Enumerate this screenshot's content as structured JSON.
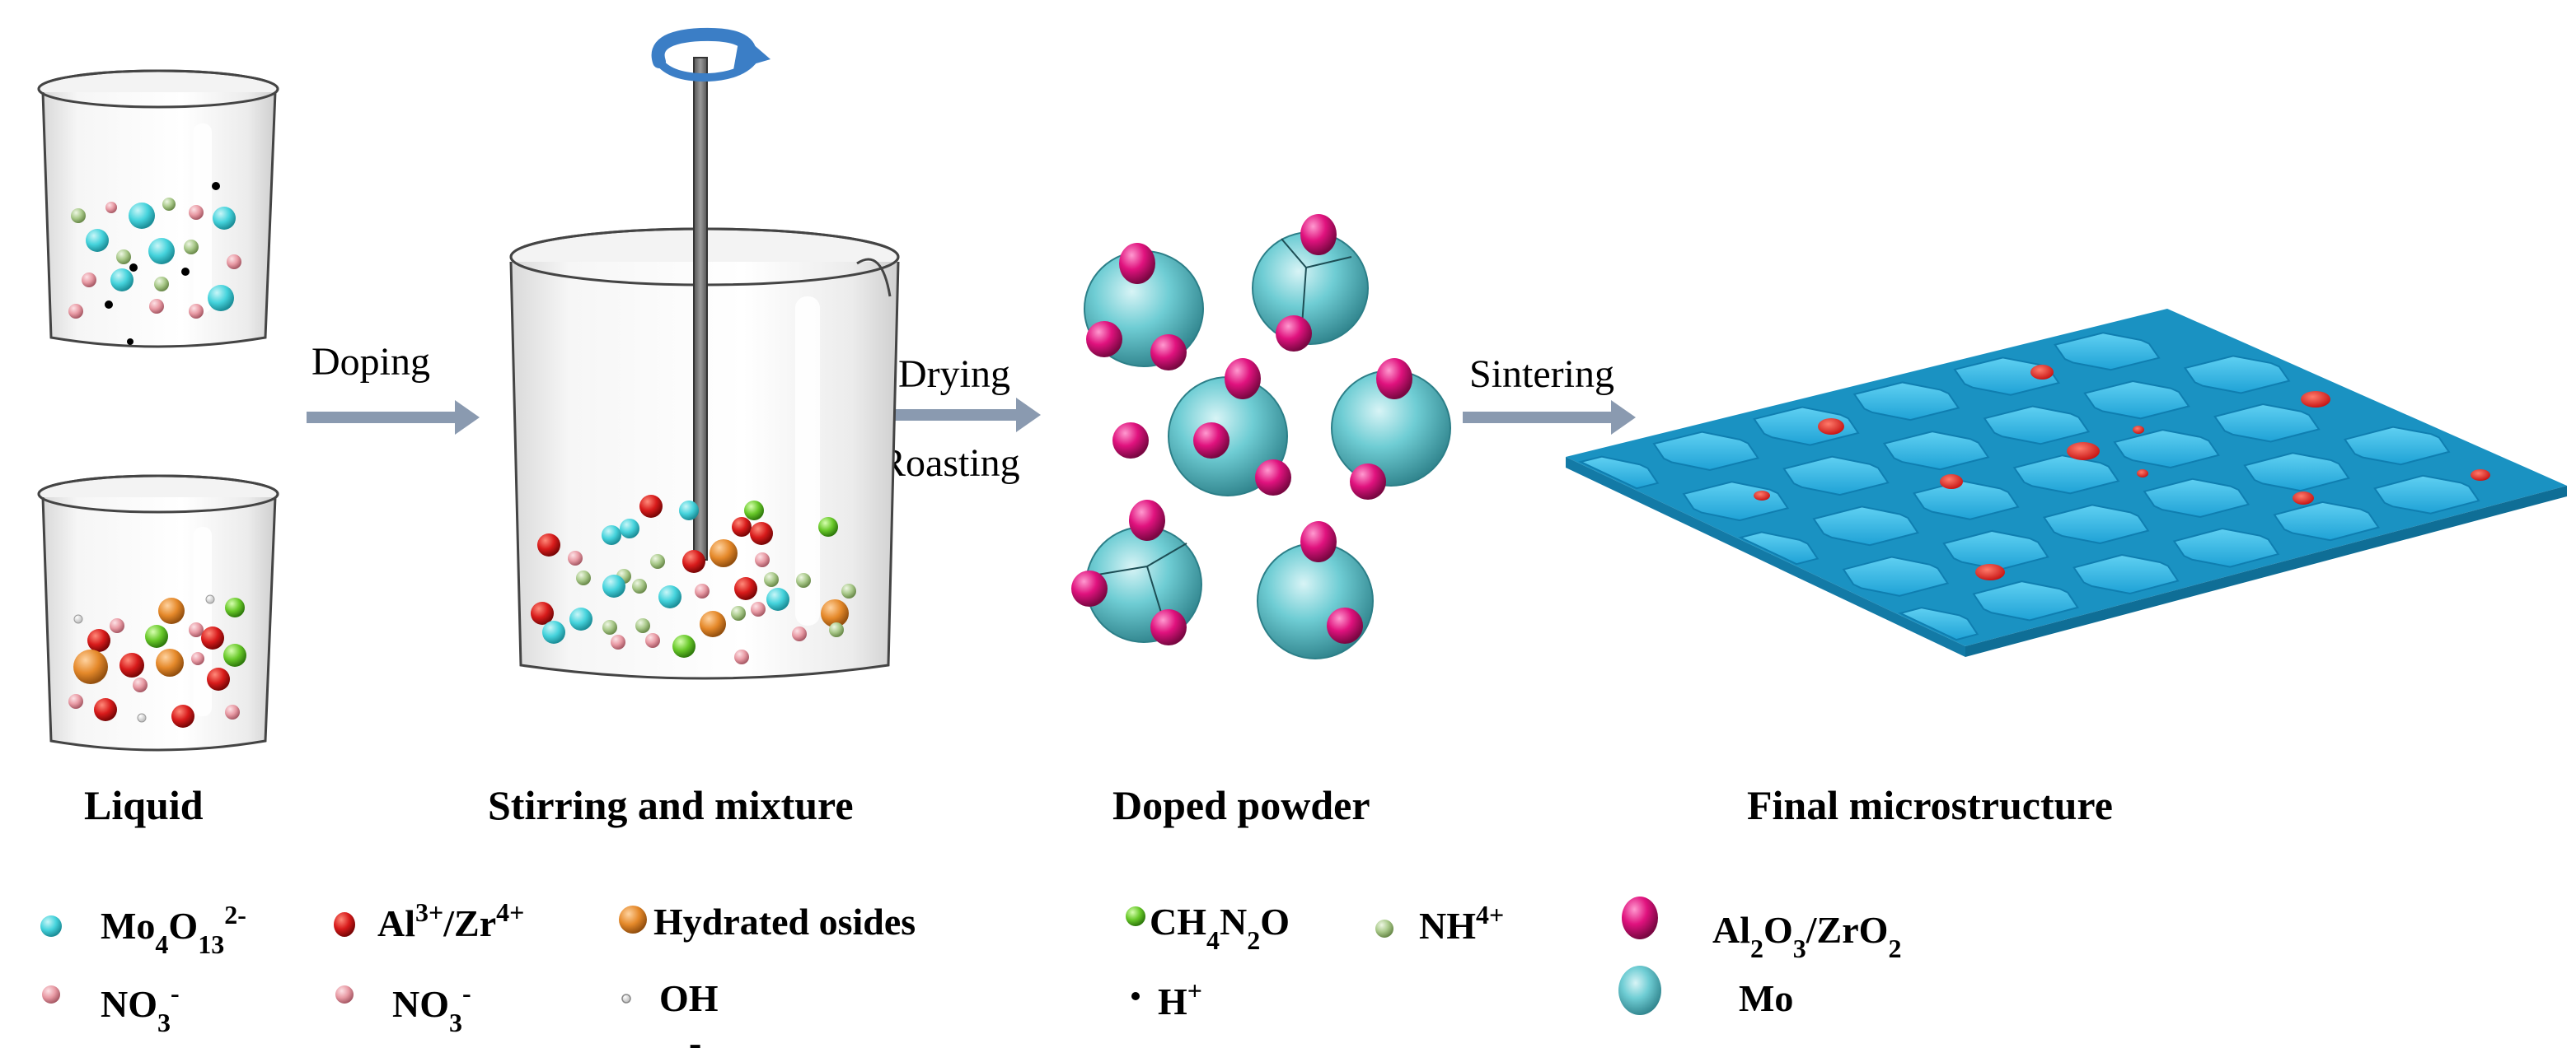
{
  "arrows": {
    "doping": "Doping",
    "drying": "Drying",
    "roasting": "Roasting",
    "sintering": "Sintering"
  },
  "stages": {
    "liquid": "Liquid",
    "stirring": "Stirring and mixture",
    "doped_powder": "Doped powder",
    "final": "Final microstructure"
  },
  "legend": {
    "mo4o13": {
      "base": "Mo",
      "sub1": "4",
      "mid": "O",
      "sub2": "13",
      "sup": "2-"
    },
    "al_zr": {
      "a": "Al",
      "sup1": "3+",
      "b": "/Zr",
      "sup2": "4+"
    },
    "hydrated": "Hydrated osides",
    "ch4n2o": {
      "a": "CH",
      "s1": "4",
      "b": "N",
      "s2": "2",
      "c": "O"
    },
    "nh4": {
      "base": "NH",
      "sup": "4+"
    },
    "al2o3": {
      "a": "Al",
      "s1": "2",
      "b": "O",
      "s2": "3",
      "c": "/ZrO",
      "s3": "2"
    },
    "no3_a": {
      "base": "NO",
      "sub": "3",
      "sup": "-"
    },
    "no3_b": {
      "base": "NO",
      "sub": "3",
      "sup": "-"
    },
    "oh": {
      "base": "OH",
      "sub": "-"
    },
    "h": {
      "base": "H",
      "sup": "+"
    },
    "mo": "Mo"
  },
  "colors": {
    "cyan_ion": "#45d3dc",
    "red_ion": "#d81b1b",
    "orange_oxide": "#e5892a",
    "green_urea": "#69c92a",
    "light_green": "#a9c98a",
    "pink_nitrate": "#e89aa4",
    "magenta_oxide": "#e0127e",
    "mo_teal": "#5bbfc7",
    "grain_blue": "#2ea9d6",
    "arrow_grey": "#8a9ab0"
  }
}
